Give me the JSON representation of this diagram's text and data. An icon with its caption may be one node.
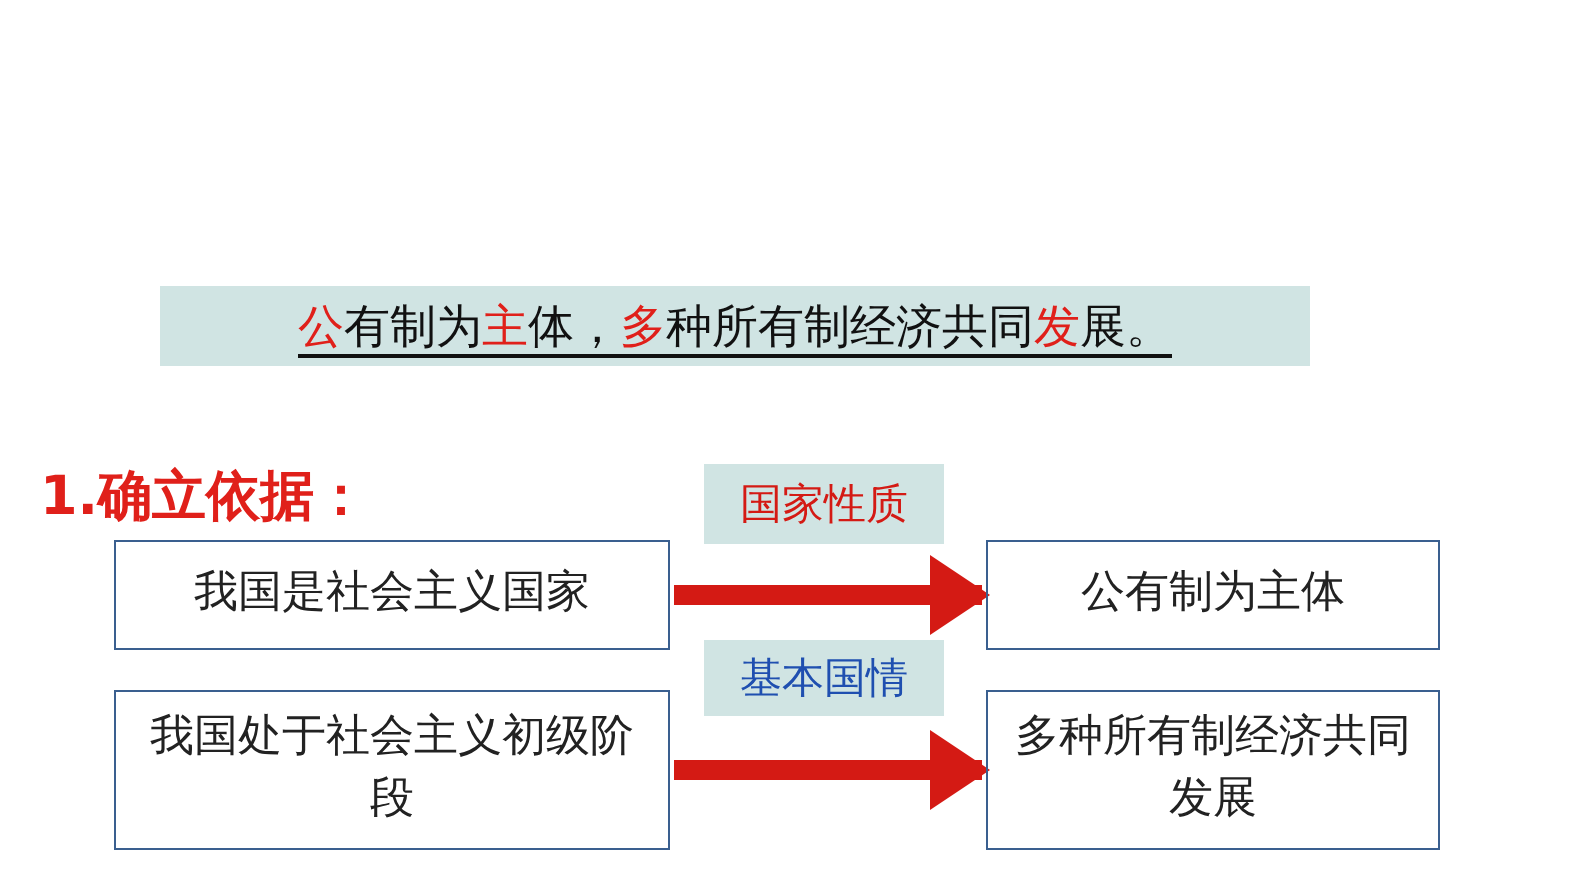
{
  "diagram": {
    "nodes": [
      {
        "text": [
          "**公**有制为**主**体，**多**种所有制经济共同**发**展。"
        ]
      },
      {
        "text": [
          "我国是社会主义国家"
        ]
      },
      {
        "text": [
          "公有制为主体"
        ]
      },
      {
        "text": [
          "我国处于社会主义初级阶段"
        ]
      },
      {
        "text": [
          "多种所有制经济共同发展"
        ]
      }
    ],
    "edges": [
      {
        "from": 1,
        "to": 2,
        "arrow": "to",
        "label": "国家性质"
      },
      {
        "from": 3,
        "to": 4,
        "arrow": "to",
        "label": "基本国情"
      }
    ],
    "labels": [
      "1.确立依据："
    ]
  }
}
